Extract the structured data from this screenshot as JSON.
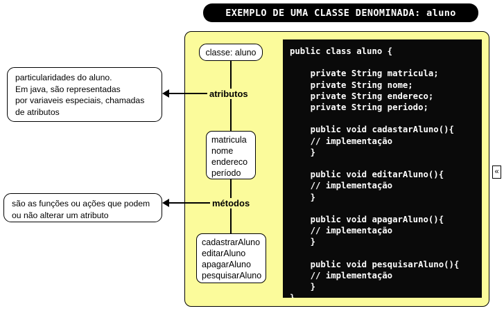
{
  "banner": {
    "title": "EXEMPLO DE UMA CLASSE DENOMINADA: aluno"
  },
  "colors": {
    "panel_background": "#fbfb9b",
    "code_background": "#0a0a0a",
    "code_text": "#ffffff",
    "banner_background": "#000000",
    "banner_text": "#ffffff",
    "box_background": "#ffffff",
    "stroke": "#000000"
  },
  "diagram": {
    "class_node": {
      "label": "classe: aluno"
    },
    "attributes_label": "atributos",
    "attributes_node": {
      "items": [
        "matricula",
        "nome",
        "endereco",
        "período"
      ]
    },
    "methods_label": "métodos",
    "methods_node": {
      "items": [
        "cadastrarAluno",
        "editarAluno",
        "apagarAluno",
        "pesquisarAluno"
      ]
    }
  },
  "callouts": {
    "attributes": {
      "lines": [
        "particularidades do aluno.",
        "Em java, são representadas",
        "por variaveis especiais, chamadas",
        "de atributos"
      ]
    },
    "methods": {
      "lines": [
        "são as funções ou ações que podem",
        "ou não alterar um atributo"
      ]
    }
  },
  "code": {
    "lines": [
      "public class aluno {",
      "",
      "    private String matricula;",
      "    private String nome;",
      "    private String endereco;",
      "    private String periodo;",
      "",
      "    public void cadastarAluno(){",
      "    // implementação",
      "    }",
      "",
      "    public void editarAluno(){",
      "    // implementação",
      "    }",
      "",
      "    public void apagarAluno(){",
      "    // implementação",
      "    }",
      "",
      "    public void pesquisarAluno(){",
      "    // implementação",
      "    }",
      "}"
    ]
  },
  "controls": {
    "collapse_label": "«"
  }
}
